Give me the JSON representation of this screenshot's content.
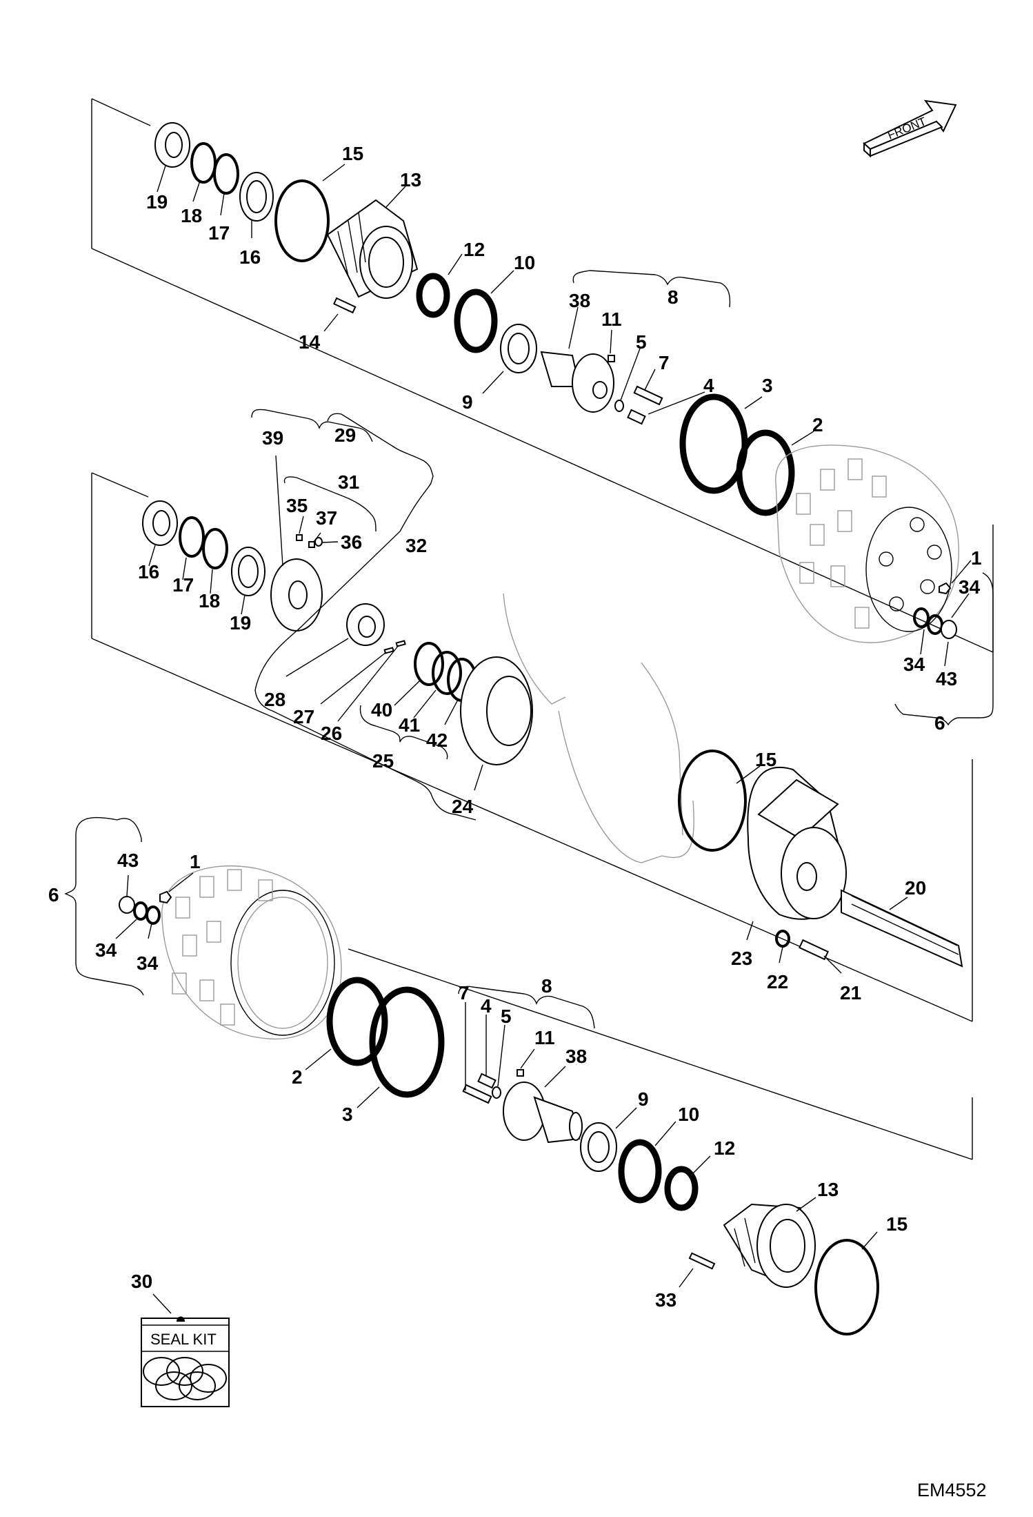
{
  "drawing_ref": "EM4552",
  "front_label": "FRONT",
  "seal_kit": {
    "label": "SEAL KIT",
    "callout": "30"
  },
  "callouts": {
    "a": {
      "c1": "1",
      "c2": "2",
      "c3": "3",
      "c4": "4",
      "c5": "5",
      "c6": "6",
      "c7": "7",
      "c8": "8",
      "c9": "9",
      "c10": "10",
      "c11": "11",
      "c12": "12",
      "c13": "13",
      "c14": "14",
      "c15": "15",
      "c16": "16",
      "c17": "17",
      "c18": "18",
      "c19": "19",
      "c34a": "34",
      "c34b": "34",
      "c38": "38",
      "c43": "43"
    },
    "b": {
      "c15": "15",
      "c16": "16",
      "c17": "17",
      "c18": "18",
      "c19": "19",
      "c20": "20",
      "c21": "21",
      "c22": "22",
      "c23": "23",
      "c24": "24",
      "c25": "25",
      "c26": "26",
      "c27": "27",
      "c28": "28",
      "c29": "29",
      "c31": "31",
      "c32": "32",
      "c35": "35",
      "c36": "36",
      "c37": "37",
      "c39": "39",
      "c40": "40",
      "c41": "41",
      "c42": "42"
    },
    "c": {
      "c1": "1",
      "c2": "2",
      "c3": "3",
      "c4": "4",
      "c5": "5",
      "c6": "6",
      "c7": "7",
      "c8": "8",
      "c9": "9",
      "c10": "10",
      "c11": "11",
      "c12": "12",
      "c13": "13",
      "c15": "15",
      "c33": "33",
      "c34a": "34",
      "c34b": "34",
      "c38": "38",
      "c43": "43"
    }
  },
  "icons": {
    "front_arrow": "front-arrow-icon",
    "seal_kit": "seal-kit-icon"
  }
}
